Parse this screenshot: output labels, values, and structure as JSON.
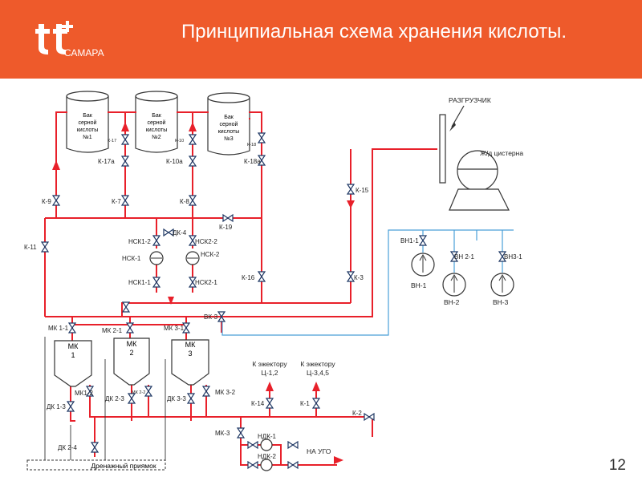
{
  "header": {
    "title": "Принципиальная схема хранения кислоты.",
    "logo_text": "САМАРА",
    "background": "#ee5a2b"
  },
  "page_number": "12",
  "colors": {
    "acid_line": "#e8202a",
    "air_line": "#4a9fd8",
    "drain_line": "#333333",
    "equipment": "#333333"
  },
  "tanks": [
    {
      "lines": [
        "Бак",
        "серной",
        "кислоты",
        "№1"
      ]
    },
    {
      "lines": [
        "Бак",
        "серной",
        "кислоты",
        "№2"
      ]
    },
    {
      "lines": [
        "Бак",
        "серной",
        "кислоты",
        "№3"
      ]
    }
  ],
  "measuring_tanks": [
    {
      "lines": [
        "МК",
        "1"
      ]
    },
    {
      "lines": [
        "МК",
        "2"
      ]
    },
    {
      "lines": [
        "МК",
        "3"
      ]
    }
  ],
  "valves": {
    "k17": "К-17",
    "k10": "К-10",
    "k18": "К-18",
    "k17a": "К-17а",
    "k10a": "К-10а",
    "k18a": "К-18а",
    "k9": "К-9",
    "k7": "К-7",
    "k8": "К-8",
    "k15": "К-15",
    "k19": "К-19",
    "k11": "К-11",
    "k16": "К-16",
    "k3": "К-3",
    "vk3": "ВК-3",
    "dk4": "ДК-4",
    "nsk12": "НСК1-2",
    "nsk22": "НСК2-2",
    "nsk1": "НСК-1",
    "nsk2": "НСК-2",
    "nsk11": "НСК1-1",
    "nsk21": "НСК2-1",
    "mk11": "МК 1-1",
    "mk21": "МК 2-1",
    "mk31": "МК 3-1",
    "mk12": "МК1-2",
    "mk22": "МК 2-2",
    "mk32": "МК 3-2",
    "dk13": "ДК 1-3",
    "dk23": "ДК 2-3",
    "dk33": "ДК 3-3",
    "dk24": "ДК 2-4",
    "k14": "К-14",
    "k1": "К-1",
    "k2": "К-2",
    "mk3": "МК-3",
    "ndk1": "НДК-1",
    "ndk2": "НДК-2",
    "vn11": "ВН1-1",
    "vn21": "ВН 2-1",
    "vn31": "ВН3-1"
  },
  "equipment": {
    "unloader": "РАЗГРУЗЧИК",
    "tank_car": "Ж/д цистерна",
    "vn1": "ВН-1",
    "vn2": "ВН-2",
    "vn3": "ВН-3",
    "ejector1": [
      "К эжектору",
      "Ц-1,2"
    ],
    "ejector2": [
      "К эжектору",
      "Ц-3,4,5"
    ],
    "to_ugo": "НА УГО",
    "drain_pit": "Дренажный приямок"
  }
}
